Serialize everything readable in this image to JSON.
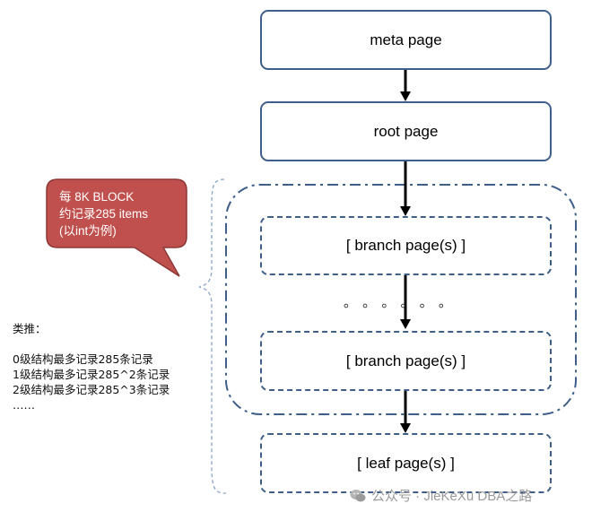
{
  "boxes": {
    "meta": "meta page",
    "root": "root page",
    "branch_top": "[ branch page(s) ]",
    "branch_bottom": "[ branch page(s) ]",
    "leaf": "[ leaf page(s) ]"
  },
  "ellipsis": "。 。 。 。 。 。",
  "callout": {
    "line1": "每 8K BLOCK",
    "line2": "约记录285 items",
    "line3": "(以int为例)"
  },
  "side_note": {
    "heading": "类推：",
    "lines": [
      "0级结构最多记录285条记录",
      "1级结构最多记录285^2条记录",
      "2级结构最多记录285^3条记录",
      "……"
    ]
  },
  "watermark": "公众号 · JieKeXu DBA之路",
  "colors": {
    "box_border": "#3f5f8a",
    "callout_fill": "#c0504d",
    "callout_border": "#8c3836",
    "arrow": "#000000",
    "brace": "#8aa6c8"
  }
}
